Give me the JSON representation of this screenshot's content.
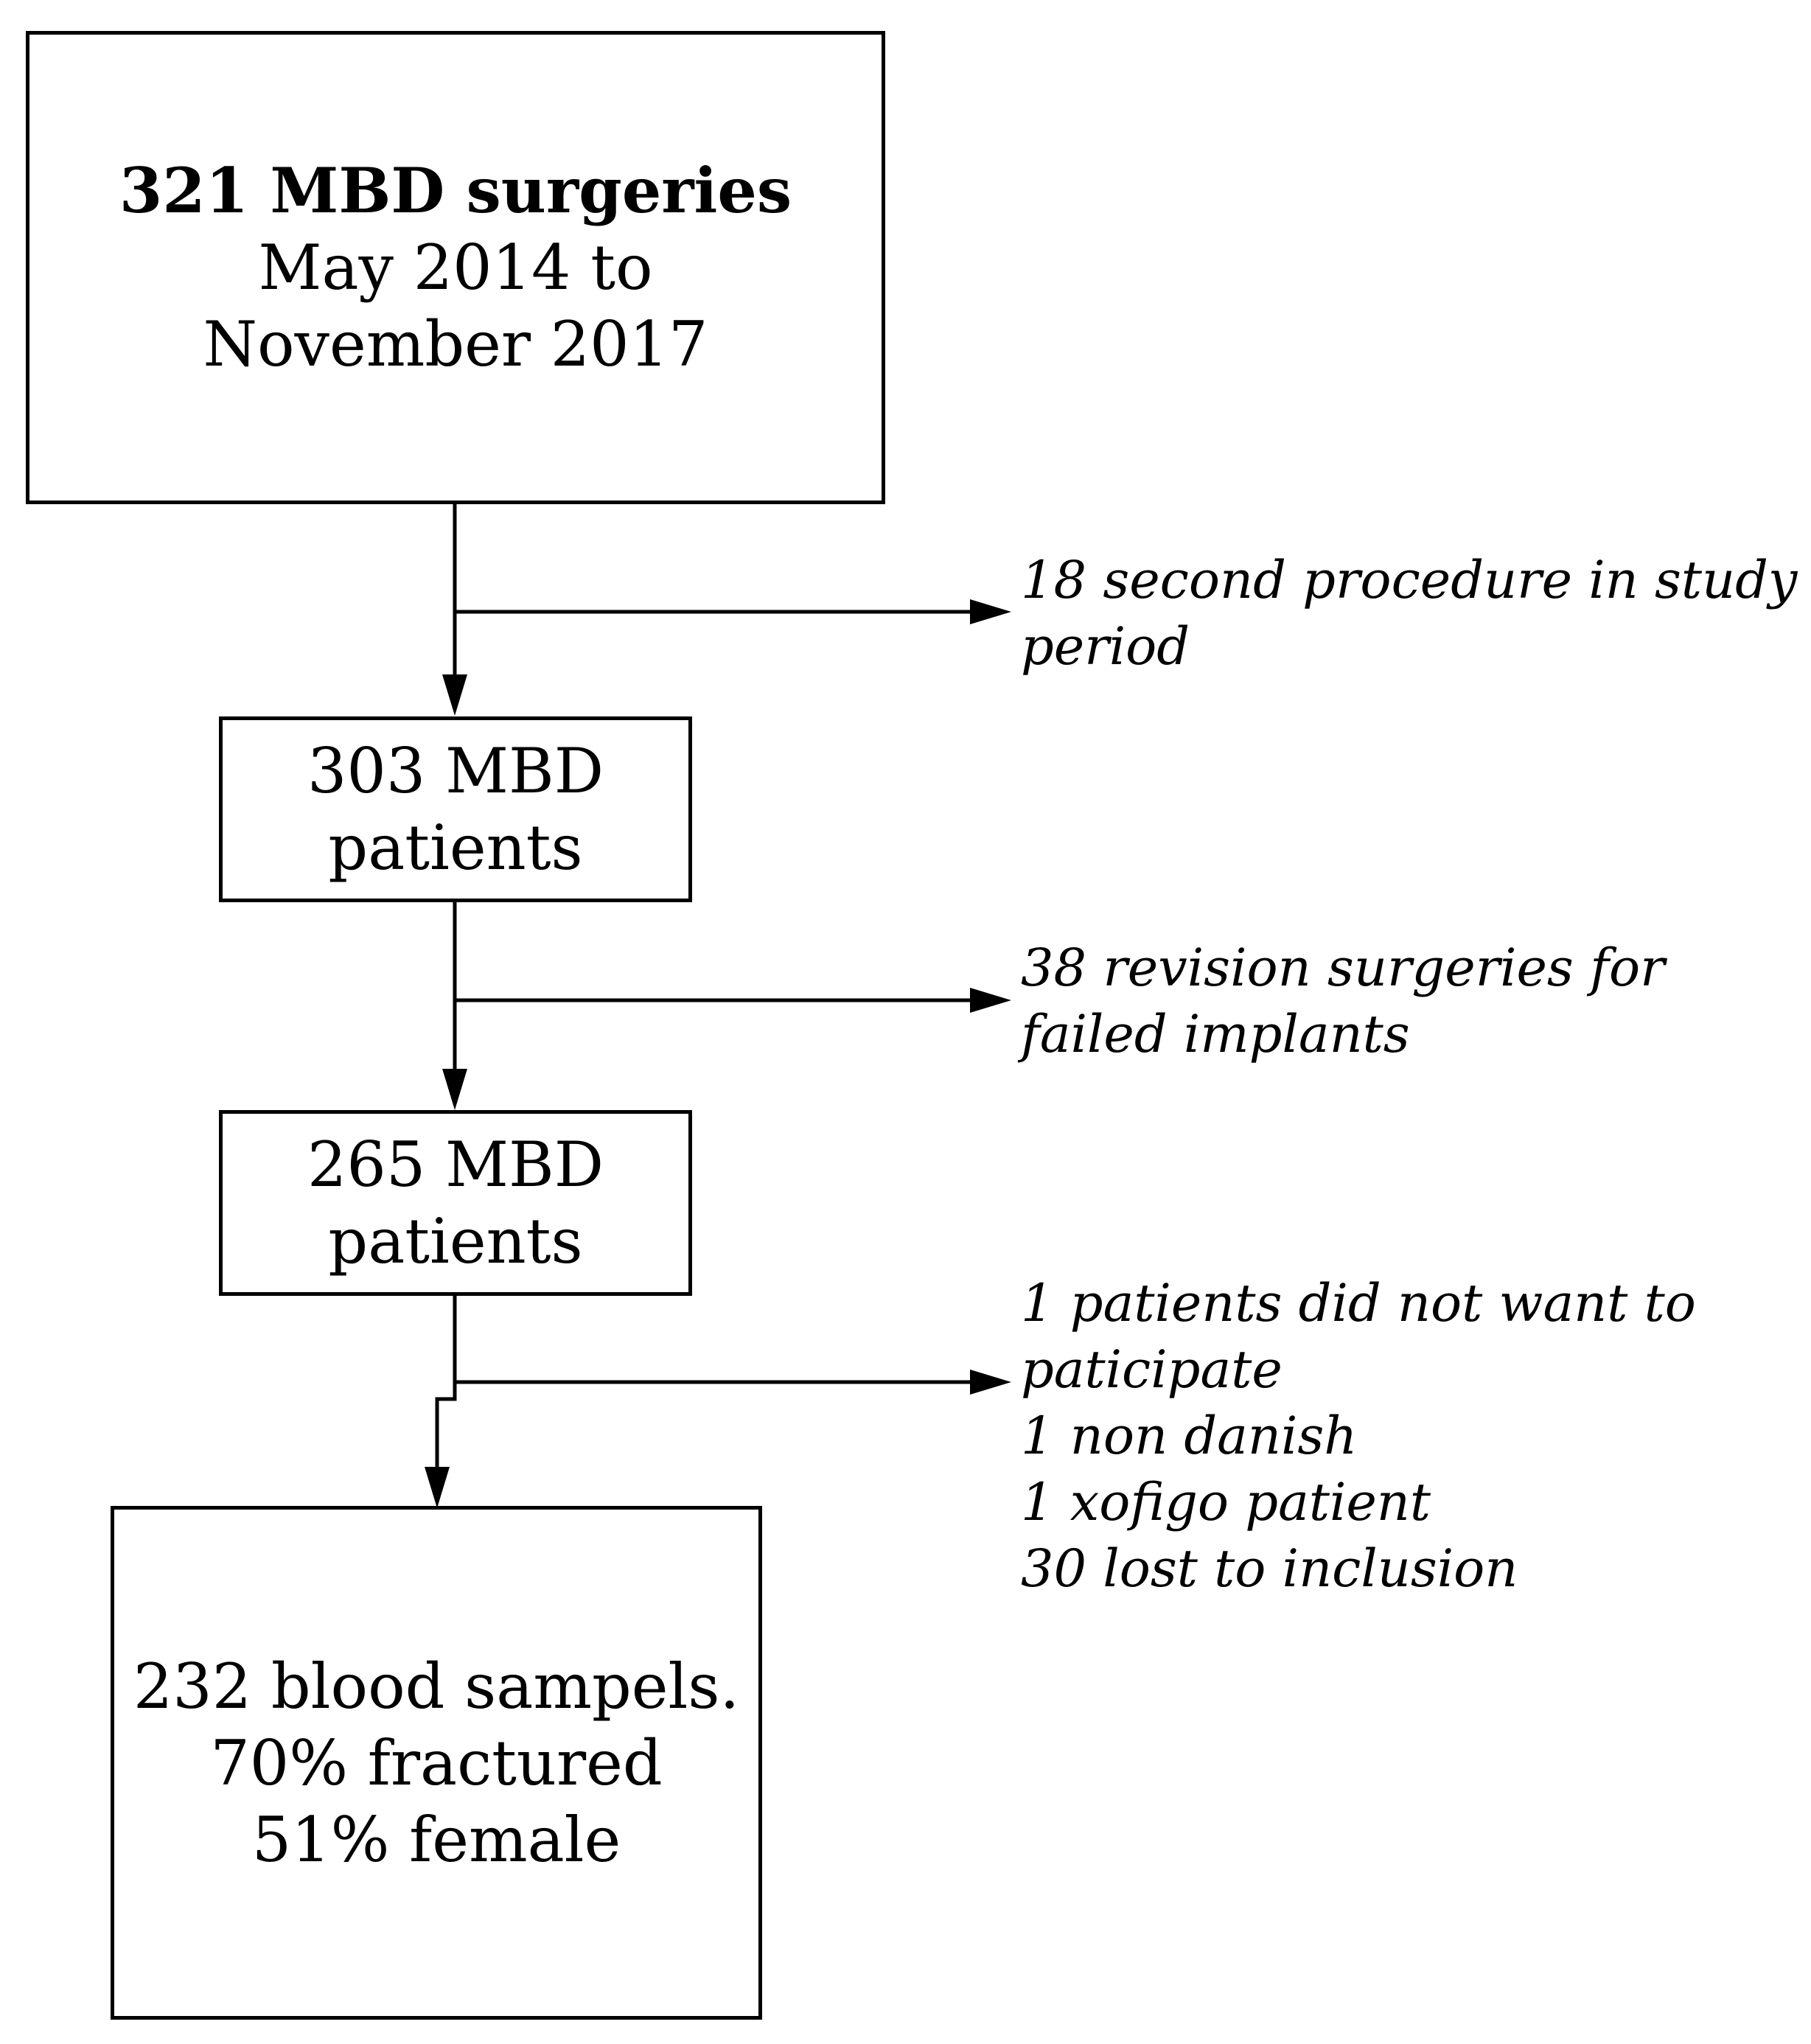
{
  "boxes": {
    "box1": {
      "title": "321 MBD surgeries",
      "line2": "May 2014 to",
      "line3": "November 2017"
    },
    "box2": {
      "line1": "303 MBD",
      "line2": "patients"
    },
    "box3": {
      "line1": "265 MBD",
      "line2": "patients"
    },
    "box4": {
      "line1": "232 blood sampels.",
      "line2": "70% fractured",
      "line3": "51% female"
    }
  },
  "exclusions": {
    "ex1": {
      "line1": "18 second procedure in study",
      "line2": "period"
    },
    "ex2": {
      "line1": "38 revision surgeries for",
      "line2": "failed implants"
    },
    "ex3": {
      "line1": "1 patients did not want to",
      "line2": "paticipate",
      "line3": "1 non danish",
      "line4": "1 xofigo patient",
      "line5": "30 lost to inclusion"
    }
  }
}
